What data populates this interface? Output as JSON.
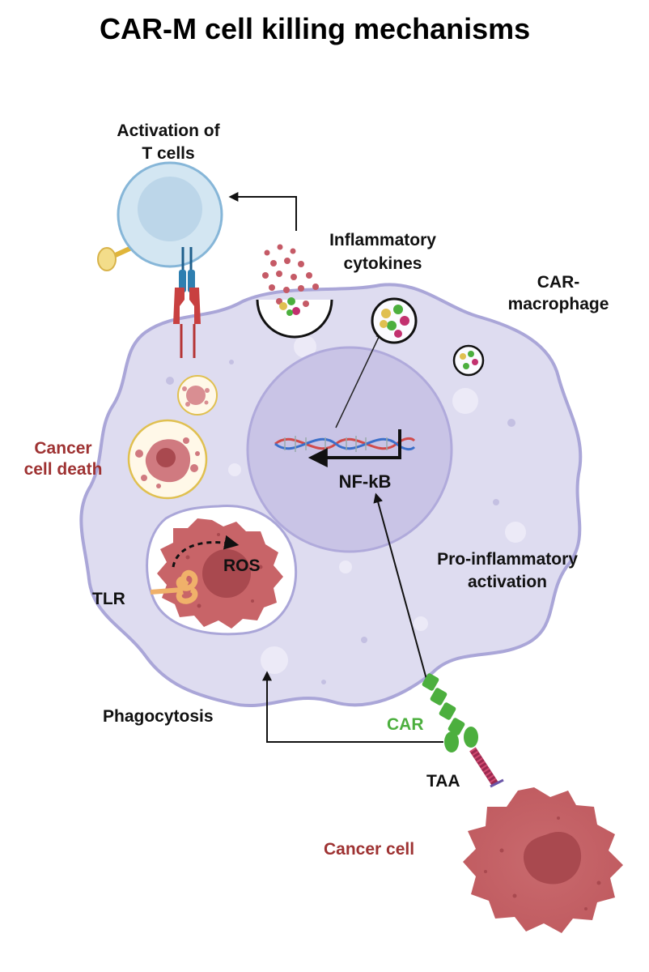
{
  "title": "CAR-M cell killing mechanisms",
  "labels": {
    "activation_line1": "Activation of",
    "activation_line2": "T cells",
    "cytokines_line1": "Inflammatory",
    "cytokines_line2": "cytokines",
    "carm_line1": "CAR-",
    "carm_line2": "macrophage",
    "cancer_death_line1": "Cancer",
    "cancer_death_line2": "cell death",
    "nfkb": "NF-kB",
    "ros": "ROS",
    "tlr": "TLR",
    "proinf_line1": "Pro-inflammatory",
    "proinf_line2": "activation",
    "phagocytosis": "Phagocytosis",
    "car": "CAR",
    "taa": "TAA",
    "cancer_cell": "Cancer cell"
  },
  "colors": {
    "macrophage_fill": "#dedcf0",
    "macrophage_edge": "#aaa6d8",
    "nucleus_fill": "#c9c4e6",
    "cancer_fill": "#c86468",
    "cancer_core": "#a9494f",
    "tcell_fill": "#d3e6f2",
    "tcell_edge": "#86b6d8",
    "car_green": "#4caf3e",
    "receptor_red": "#c84040",
    "receptor_blue": "#2e7fb0",
    "vesicle_gold": "#e0c050",
    "label_red": "#9e3232"
  },
  "icons": [
    "arrow-icon",
    "dna-icon",
    "receptor-icon",
    "tlr-icon"
  ]
}
